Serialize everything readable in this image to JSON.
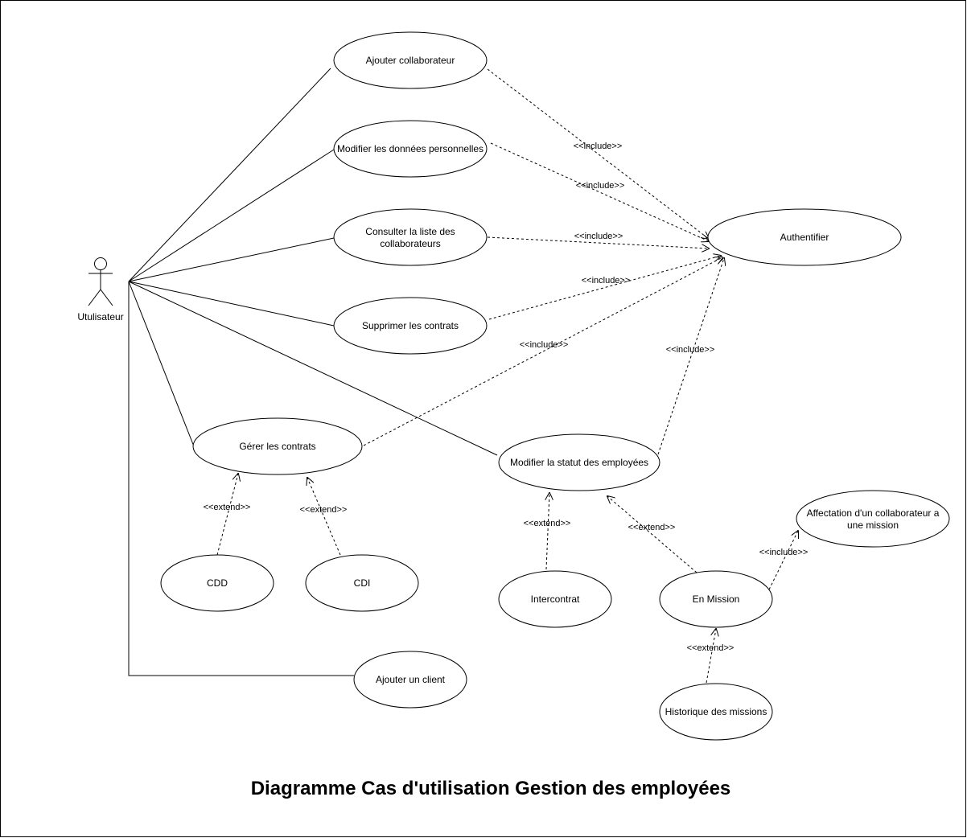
{
  "title": "Diagramme Cas d'utilisation Gestion des employées",
  "actor": {
    "name": "Utulisateur"
  },
  "use_cases": {
    "ajouter_collaborateur": "Ajouter collaborateur",
    "modifier_donnees": "Modifier les données personnelles",
    "consulter_liste_1": "Consulter la liste des",
    "consulter_liste_2": "collaborateurs",
    "supprimer_contrats": "Supprimer les contrats",
    "authentifier": "Authentifier",
    "gerer_contrats": "Gérer les contrats",
    "modifier_statut": "Modifier la statut des employées",
    "affectation_1": "Affectation d'un collaborateur a",
    "affectation_2": "une mission",
    "cdd": "CDD",
    "cdi": "CDI",
    "intercontrat": "Intercontrat",
    "en_mission": "En Mission",
    "ajouter_client": "Ajouter un client",
    "historique_missions": "Historique des missions"
  },
  "relations": {
    "include": "<<include>>",
    "extend": "<<extend>>"
  }
}
